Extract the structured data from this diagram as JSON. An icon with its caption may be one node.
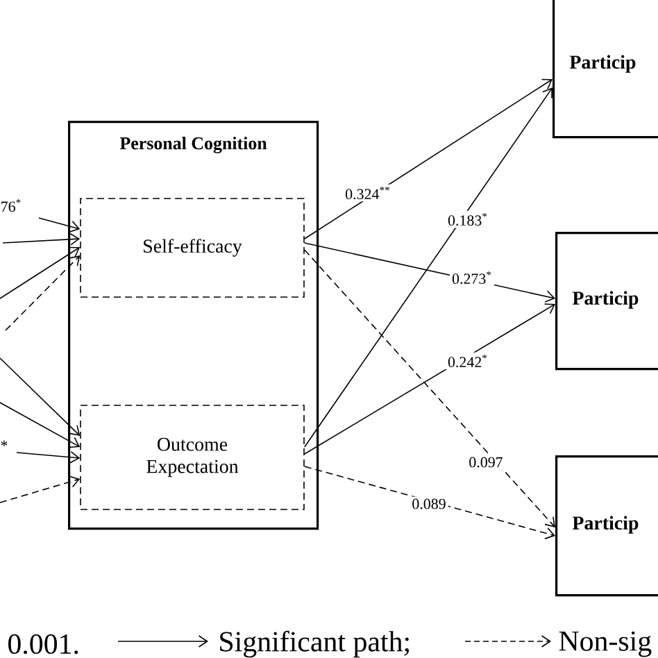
{
  "diagram": {
    "nodes": [
      {
        "text": [
          "Personal Cognition"
        ]
      },
      {
        "text": [
          "Self-efficacy"
        ],
        "in": 0
      },
      {
        "text": [
          "Outcome Expectation"
        ],
        "in": 0
      },
      {
        "text": [
          "Particip"
        ]
      },
      {
        "text": [
          "Particip"
        ]
      },
      {
        "text": [
          "Particip"
        ]
      }
    ],
    "edges": [
      {
        "from": null,
        "to": 1,
        "arrow": "to",
        "label": "76$^{*}$"
      },
      {
        "from": null,
        "to": 1,
        "arrow": "to"
      },
      {
        "from": null,
        "to": 1,
        "arrow": "to"
      },
      {
        "from": null,
        "to": 1,
        "arrow": "to",
        "style": "dashed"
      },
      {
        "from": null,
        "to": 2,
        "arrow": "to"
      },
      {
        "from": null,
        "to": 2,
        "arrow": "to"
      },
      {
        "from": null,
        "to": 2,
        "arrow": "to",
        "label": "*"
      },
      {
        "from": null,
        "to": 2,
        "arrow": "to",
        "style": "dashed"
      },
      {
        "from": 1,
        "to": 3,
        "arrow": "to",
        "label": "0.324$^{**}$"
      },
      {
        "from": 2,
        "to": 3,
        "arrow": "to",
        "label": "0.183$^{*}$"
      },
      {
        "from": 1,
        "to": 4,
        "arrow": "to",
        "label": "0.273$^{*}$"
      },
      {
        "from": 2,
        "to": 4,
        "arrow": "to",
        "label": "0.242$^{*}$"
      },
      {
        "from": 1,
        "to": 5,
        "arrow": "to",
        "label": "0.097",
        "style": "dashed"
      },
      {
        "from": 2,
        "to": 5,
        "arrow": "to",
        "label": "0.089",
        "style": "dashed"
      }
    ],
    "labels": [
      "0.001."
    ],
    "legend": [
      {
        "text": "Significant path;"
      },
      {
        "text": "Non-sig"
      }
    ]
  }
}
